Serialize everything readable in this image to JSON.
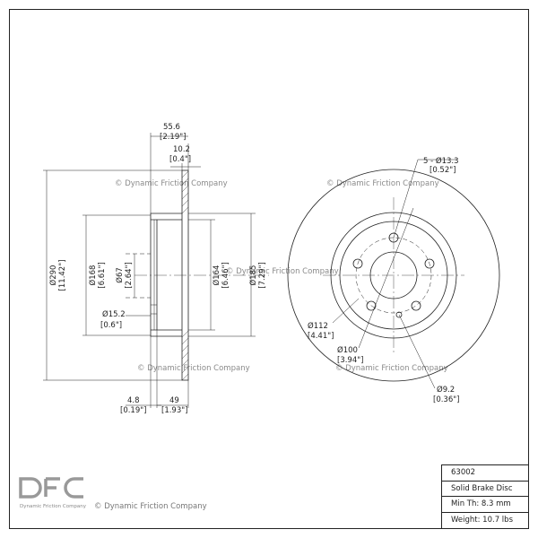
{
  "watermark": "© Dynamic Friction Company",
  "logo": {
    "mark": "DFC",
    "name": "Dynamic Friction Company"
  },
  "copyright": "© Dynamic Friction Company",
  "side_view": {
    "width_total": "55.6",
    "width_total_in": "[2.19\"]",
    "hat_thickness": "10.2",
    "hat_thickness_in": "[0.4\"]",
    "outer_diameter": "Ø290",
    "outer_diameter_in": "[11.42\"]",
    "hat_diameter": "Ø168",
    "hat_diameter_in": "[6.61\"]",
    "center_bore": "Ø67",
    "center_bore_in": "[2.64\"]",
    "inner_diameter": "Ø164",
    "inner_diameter_in": "[6.46\"]",
    "friction_inner": "Ø185",
    "friction_inner_in": "[7.29\"]",
    "offset": "Ø15.2",
    "offset_in": "[0.6\"]",
    "rotor_thickness": "4.8",
    "rotor_thickness_in": "[0.19\"]",
    "hat_height": "49",
    "hat_height_in": "[1.93\"]"
  },
  "front_view": {
    "bolt_holes": "5 - Ø13.3",
    "bolt_holes_in": "[0.52\"]",
    "bolt_circle": "Ø112",
    "bolt_circle_in": "[4.41\"]",
    "pilot": "Ø100",
    "pilot_in": "[3.94\"]",
    "small_hole": "Ø9.2",
    "small_hole_in": "[0.36\"]"
  },
  "spec": {
    "part_number": "63002",
    "type": "Solid Brake Disc",
    "min_thickness": "Min Th: 8.3 mm",
    "weight": "Weight: 10.7 lbs"
  }
}
